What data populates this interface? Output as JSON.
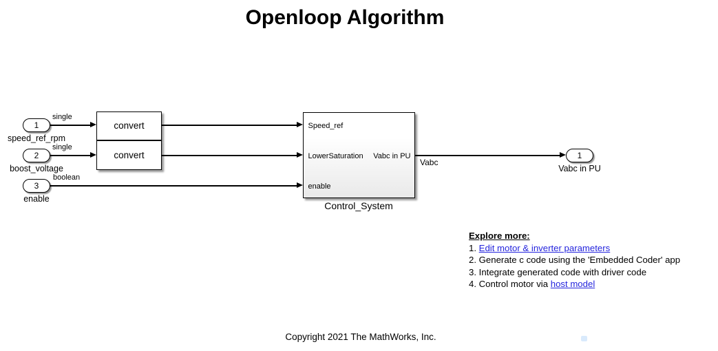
{
  "title": "Openloop Algorithm",
  "colors": {
    "link_blue": "#2424dd"
  },
  "inports": [
    {
      "number": "1",
      "name": "speed_ref_rpm",
      "dtype": "single"
    },
    {
      "number": "2",
      "name": "boost_voltage",
      "dtype": "single"
    },
    {
      "number": "3",
      "name": "enable",
      "dtype": "boolean"
    }
  ],
  "convert_blocks": [
    {
      "label": "convert"
    },
    {
      "label": "convert"
    }
  ],
  "subsystem": {
    "label": "Control_System",
    "input_ports": [
      "Speed_ref",
      "LowerSaturation",
      "enable"
    ],
    "output_port": "Vabc in PU"
  },
  "signals": {
    "output_label": "Vabc"
  },
  "outport": {
    "number": "1",
    "name": "Vabc in PU"
  },
  "explore": {
    "heading": "Explore more:",
    "items": [
      {
        "text": "1. ",
        "link": "Edit motor & inverter parameters"
      },
      {
        "text": "2. Generate c code using the 'Embedded Coder' app",
        "link": ""
      },
      {
        "text": "3. Integrate generated code with driver code",
        "link": ""
      },
      {
        "text": "4. Control motor via ",
        "link": "host model"
      }
    ]
  },
  "copyright": "Copyright 2021 The MathWorks, Inc."
}
